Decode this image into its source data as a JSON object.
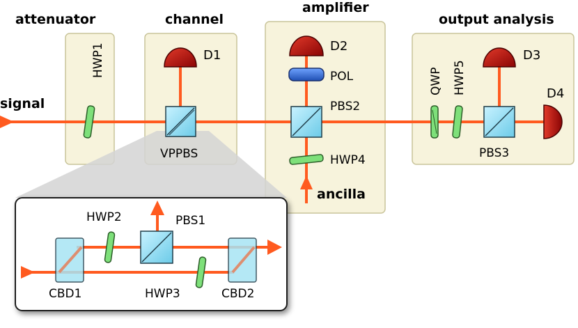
{
  "sections": {
    "attenuator": "attenuator",
    "channel": "channel",
    "amplifier": "amplifier",
    "output_analysis": "output analysis"
  },
  "inputs": {
    "signal": "signal",
    "ancilla": "ancilla"
  },
  "components": {
    "hwp1": "HWP1",
    "d1": "D1",
    "vppbs": "VPPBS",
    "d2": "D2",
    "pol": "POL",
    "pbs2": "PBS2",
    "hwp4": "HWP4",
    "qwp": "QWP",
    "hwp5": "HWP5",
    "d3": "D3",
    "d4": "D4",
    "pbs3": "PBS3"
  },
  "inset": {
    "hwp2": "HWP2",
    "pbs1": "PBS1",
    "cbd1": "CBD1",
    "hwp3": "HWP3",
    "cbd2": "CBD2"
  },
  "colors": {
    "beam": "#ff5a1f",
    "panel_fill": "#f7f3dc",
    "panel_stroke": "#c9c49a",
    "crystal": "#a8e4f4",
    "waveplate": "#7ee07a",
    "detector": "#cc0f0f",
    "polarizer": "#3f78d6"
  }
}
